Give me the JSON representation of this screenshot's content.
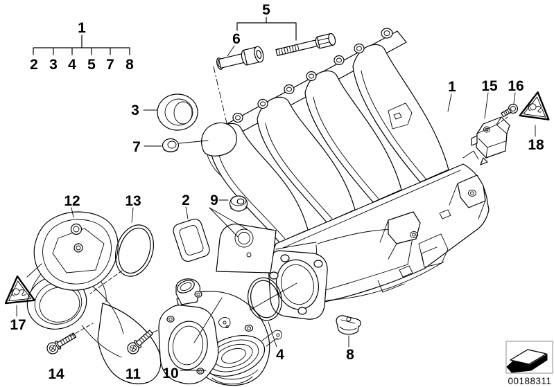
{
  "diagram": {
    "callouts": {
      "tree": {
        "parent": "1",
        "children": [
          "2",
          "3",
          "4",
          "5",
          "7",
          "8"
        ]
      },
      "bolt_group": {
        "parent": "5",
        "child": "6"
      },
      "seal_ring": "3",
      "cap_nut": "7",
      "manifold": "1",
      "sensor": "15",
      "sensor_screw": "16",
      "warning_right": "18",
      "throttle_body": "12",
      "throttle_oring": "13",
      "profile_gasket": "2",
      "hex_nut": "9",
      "warning_left": "17",
      "throttle_bolt": "14",
      "egr_bolt": "11",
      "egr_valve": "10",
      "egr_oring": "4",
      "clip": "8"
    },
    "footer": {
      "doc_number": "00188311"
    },
    "icons": {
      "warning_triangle": "curly-note-warning-triangle-icon",
      "footer_logo": "3d-arrow-logo-icon"
    },
    "colors": {
      "line": "#000000",
      "background": "#ffffff",
      "logo_box_border": "#a8a8a8"
    }
  }
}
